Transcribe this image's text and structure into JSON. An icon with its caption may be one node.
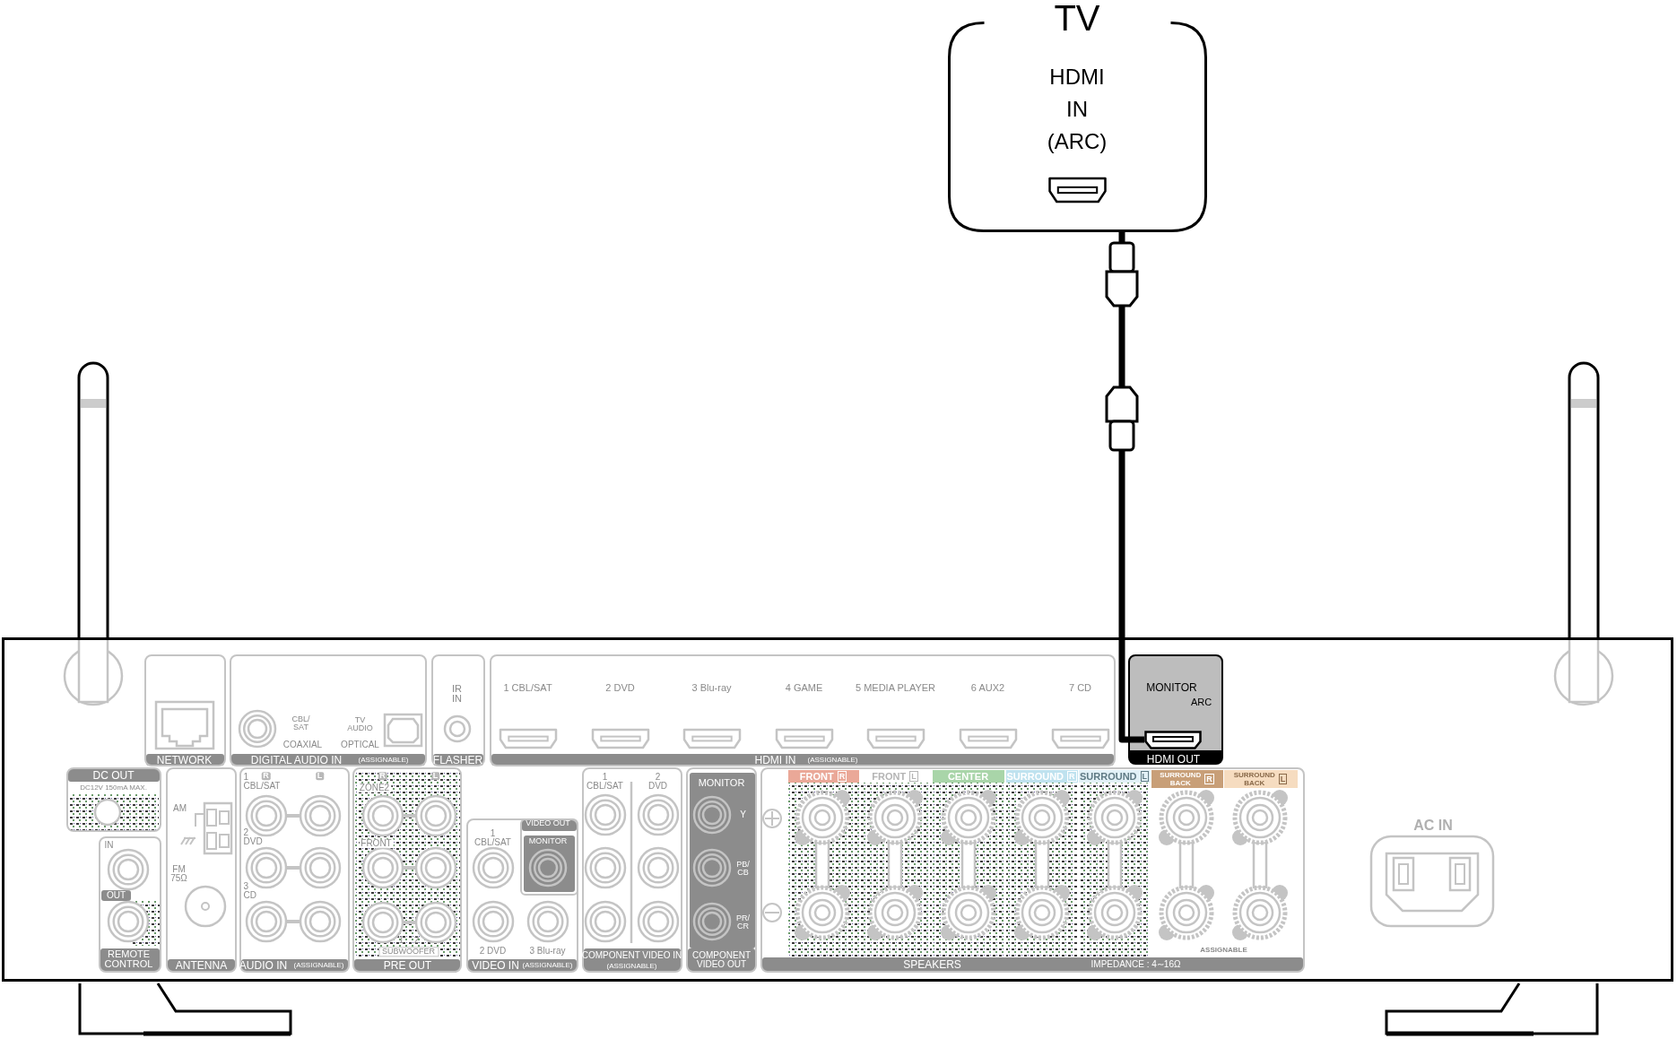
{
  "diagram": {
    "nodes": [
      {
        "text": [
          "TV",
          "HDMI IN (ARC)"
        ]
      },
      {
        "text": [],
        "shape": "box"
      },
      {
        "text": [
          "NETWORK"
        ],
        "in": 1
      },
      {
        "text": [
          "CBL/ SAT",
          "TV AUDIO",
          "COAXIAL",
          "OPTICAL",
          "DIGITAL AUDIO IN",
          "(ASSIGNABLE)"
        ],
        "in": 1
      },
      {
        "text": [
          "IR IN",
          "FLASHER"
        ],
        "in": 1
      },
      {
        "text": [
          "1 CBL/SAT",
          "2 DVD",
          "3 Blu-ray",
          "4 GAME",
          "5 MEDIA PLAYER",
          "6 AUX2",
          "7 CD",
          "HDMI IN",
          "(ASSIGNABLE)"
        ],
        "in": 1
      },
      {
        "text": [
          "MONITOR",
          "ARC",
          "HDMI OUT"
        ],
        "in": 1
      },
      {
        "text": [],
        "shape": "picture",
        "in": 6
      },
      {
        "text": [
          "DC OUT",
          "DC12V 150mA MAX."
        ],
        "in": 1
      },
      {
        "text": [
          "IN",
          "OUT",
          "REMOTE CONTROL"
        ],
        "in": 1
      },
      {
        "text": [
          "AM",
          "FM 75Ω",
          "ANTENNA"
        ],
        "in": 1
      },
      {
        "text": [
          "1 CBL/SAT",
          "R",
          "L",
          "2 DVD",
          "3 CD",
          "AUDIO IN",
          "(ASSIGNABLE)"
        ],
        "in": 1
      },
      {
        "text": [
          "R",
          "L",
          "ZONE2",
          "FRONT",
          "1",
          "2",
          "SUBWOOFER",
          "PRE OUT"
        ],
        "in": 1
      },
      {
        "text": [
          "1 CBL/SAT",
          "2 DVD",
          "3 Blu-ray",
          "VIDEO IN",
          "(ASSIGNABLE)"
        ],
        "in": 1
      },
      {
        "text": [
          "VIDEO OUT",
          "MONITOR"
        ],
        "in": 13
      },
      {
        "text": [
          "1 CBL/SAT",
          "2 DVD",
          "COMPONENT VIDEO IN",
          "(ASSIGNABLE)"
        ],
        "in": 1
      },
      {
        "text": [
          "MONITOR",
          "Y",
          "PB/ CB",
          "PR/ CR",
          "COMPONENT VIDEO OUT"
        ],
        "in": 1
      },
      {
        "text": [
          "SPEAKERS",
          "IMPEDANCE : 4∼16Ω",
          "ASSIGNABLE"
        ],
        "in": 1
      },
      {
        "text": [
          "FRONT",
          "R"
        ],
        "in": 17
      },
      {
        "text": [
          "FRONT",
          "L"
        ],
        "in": 17
      },
      {
        "text": [
          "CENTER"
        ],
        "in": 17
      },
      {
        "text": [
          "SURROUND",
          "R"
        ],
        "in": 17
      },
      {
        "text": [
          "SURROUND",
          "L"
        ],
        "in": 17
      },
      {
        "text": [
          "SURROUND BACK",
          "R"
        ],
        "in": 17
      },
      {
        "text": [
          "SURROUND BACK",
          "L"
        ],
        "in": 17
      }
    ],
    "edges": [
      {
        "from": 0,
        "to": 7,
        "arrow": "none"
      }
    ],
    "labels": [
      "AC IN"
    ]
  }
}
